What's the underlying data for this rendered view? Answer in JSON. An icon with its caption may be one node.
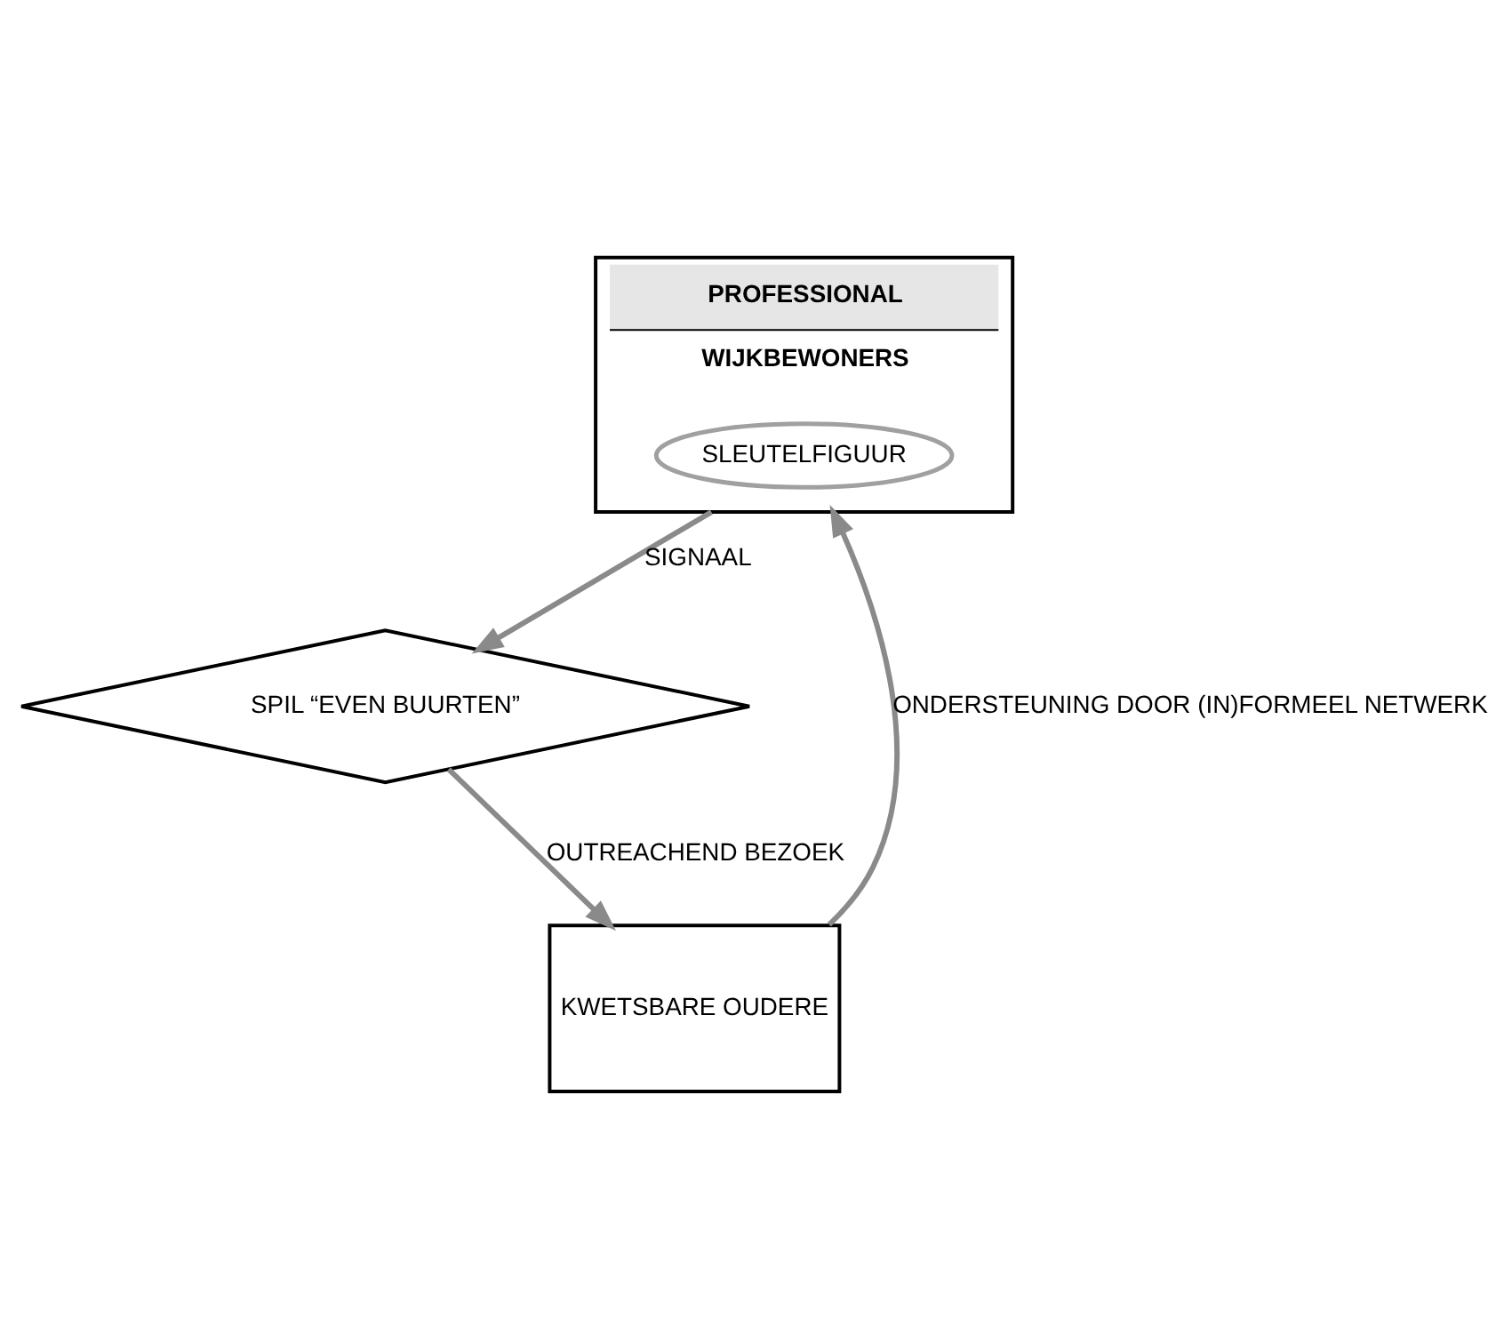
{
  "diagram": {
    "nodes": [
      {
        "text": [
          "PROFESSIONAL",
          "WIJKBEWONERS"
        ]
      },
      {
        "text": [
          "SLEUTELFIGUUR"
        ],
        "in": 0
      },
      {
        "text": [
          "SPIL “EVEN BUURTEN”"
        ]
      },
      {
        "text": [
          "KWETSBARE OUDERE"
        ]
      }
    ],
    "edges": [
      {
        "from": 0,
        "to": 2,
        "arrow": "to",
        "label": "SIGNAAL"
      },
      {
        "from": 2,
        "to": 3,
        "arrow": "to",
        "label": "OUTREACHEND BEZOEK"
      },
      {
        "from": 3,
        "to": 0,
        "arrow": "to",
        "label": "ONDERSTEUNING DOOR (IN)FORMEEL NETWERK"
      }
    ]
  }
}
